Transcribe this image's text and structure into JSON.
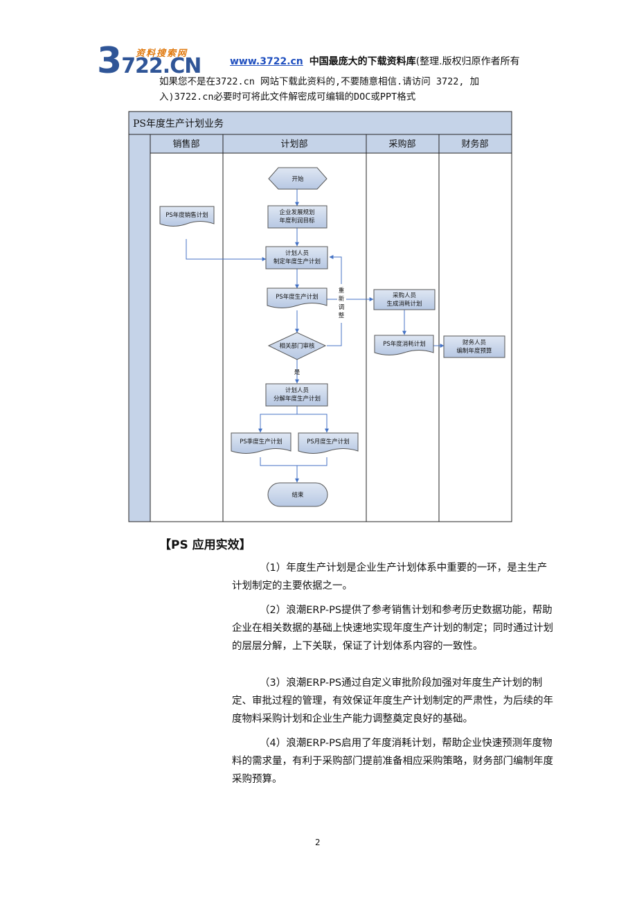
{
  "header": {
    "logo_small": "资料搜索网",
    "logo_digit": "3",
    "logo_rest": "722.CN",
    "url": "www.3722.cn",
    "tagline_bold": "中国最庞大的下载资料库",
    "tagline_rest": "(整理.版权归原作者所有",
    "line2": "如果您不是在3722.cn 网站下载此资料的,不要随意相信.请访问 3722, 加",
    "line3": "入)3722.cn必要时可将此文件解密成可编辑的DOC或PPT格式"
  },
  "diagram": {
    "pool_title": "PS年度生产计划业务",
    "lanes": [
      "销售部",
      "计划部",
      "采购部",
      "财务部"
    ],
    "nodes": {
      "start": "开始",
      "enterprise_line1": "企业发展规划",
      "enterprise_line2": "年度利润目标",
      "sales_plan": "PS年度销售计划",
      "planner1_line1": "计划人员",
      "planner1_line2": "制定年度生产计划",
      "annual_plan": "PS年度生产计划",
      "readjust": [
        "重",
        "新",
        "调",
        "整"
      ],
      "buyer_line1": "采购人员",
      "buyer_line2": "生成消耗计划",
      "review": "相关部门审核",
      "consume_plan": "PS年度消耗计划",
      "finance_line1": "财务人员",
      "finance_line2": "编制年度预算",
      "yes": "是",
      "planner2_line1": "计划人员",
      "planner2_line2": "分解年度生产计划",
      "quarter_plan": "PS季度生产计划",
      "month_plan": "PS月度生产计划",
      "end": "结束"
    },
    "colors": {
      "node_fill": "#c9d6ea",
      "lane_header": "#c5d3e8",
      "pool_header": "#c5d3e8",
      "arrow": "#4472c4"
    }
  },
  "body": {
    "section_title": "【PS 应用实效】",
    "paragraphs": [
      "（1）年度生产计划是企业生产计划体系中重要的一环，是主生产计划制定的主要依据之一。",
      "（2）浪潮ERP-PS提供了参考销售计划和参考历史数据功能，帮助企业在相关数据的基础上快速地实现年度生产计划的制定；同时通过计划的层层分解，上下关联，保证了计划体系内容的一致性。",
      "（3）浪潮ERP-PS通过自定义审批阶段加强对年度生产计划的制定、审批过程的管理，有效保证年度生产计划制定的严肃性，为后续的年度物料采购计划和企业生产能力调整奠定良好的基础。",
      "（4）浪潮ERP-PS启用了年度消耗计划，帮助企业快速预测年度物料的需求量，有利于采购部门提前准备相应采购策略，财务部门编制年度采购预算。"
    ],
    "page_number": "2"
  }
}
